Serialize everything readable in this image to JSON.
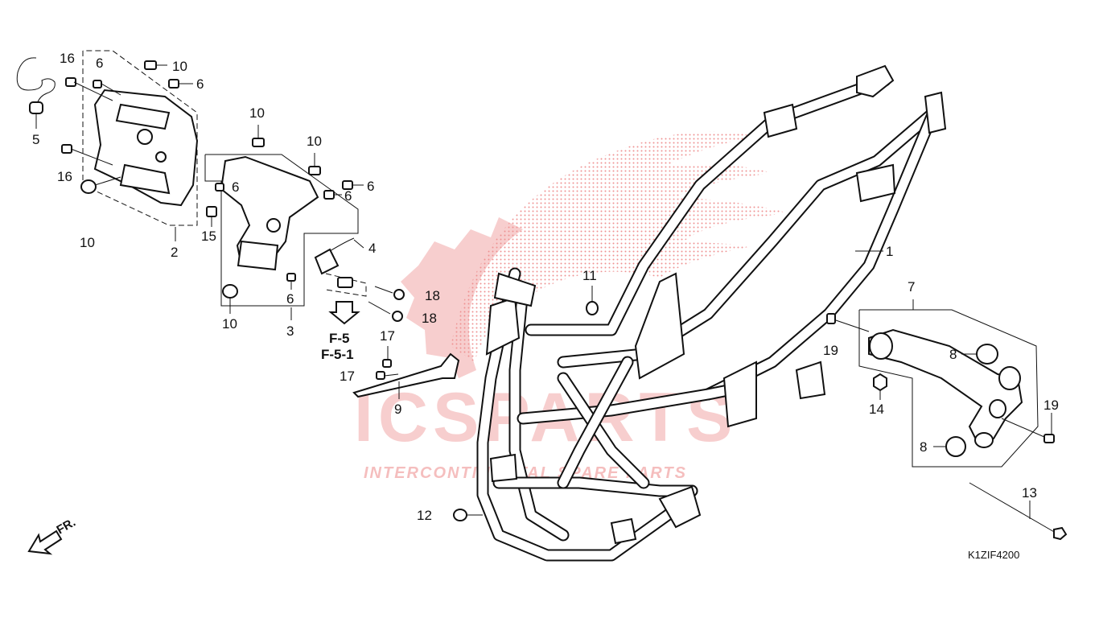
{
  "watermark": {
    "brand": "ICSPARTS",
    "tagline": "INTERCONTINENTAL SPARE PARTS",
    "color": "#e03a3a"
  },
  "diagram_code": "K1ZIF4200",
  "front_label": "FR.",
  "refs": [
    "F-5",
    "F-5-1"
  ],
  "callouts": {
    "c1": "1",
    "c2": "2",
    "c3": "3",
    "c4": "4",
    "c5": "5",
    "c6a": "6",
    "c6b": "6",
    "c6c": "6",
    "c6d": "6",
    "c6e": "6",
    "c6f": "6",
    "c7": "7",
    "c8a": "8",
    "c8b": "8",
    "c9": "9",
    "c10a": "10",
    "c10b": "10",
    "c10c": "10",
    "c10d": "10",
    "c10e": "10",
    "c11": "11",
    "c12": "12",
    "c13": "13",
    "c14": "14",
    "c15": "15",
    "c16a": "16",
    "c16b": "16",
    "c17a": "17",
    "c17b": "17",
    "c18a": "18",
    "c18b": "18",
    "c19a": "19",
    "c19b": "19"
  },
  "icons": {
    "front_arrow": "arrow-down-left-icon",
    "ref_arrow": "arrow-down-icon"
  }
}
